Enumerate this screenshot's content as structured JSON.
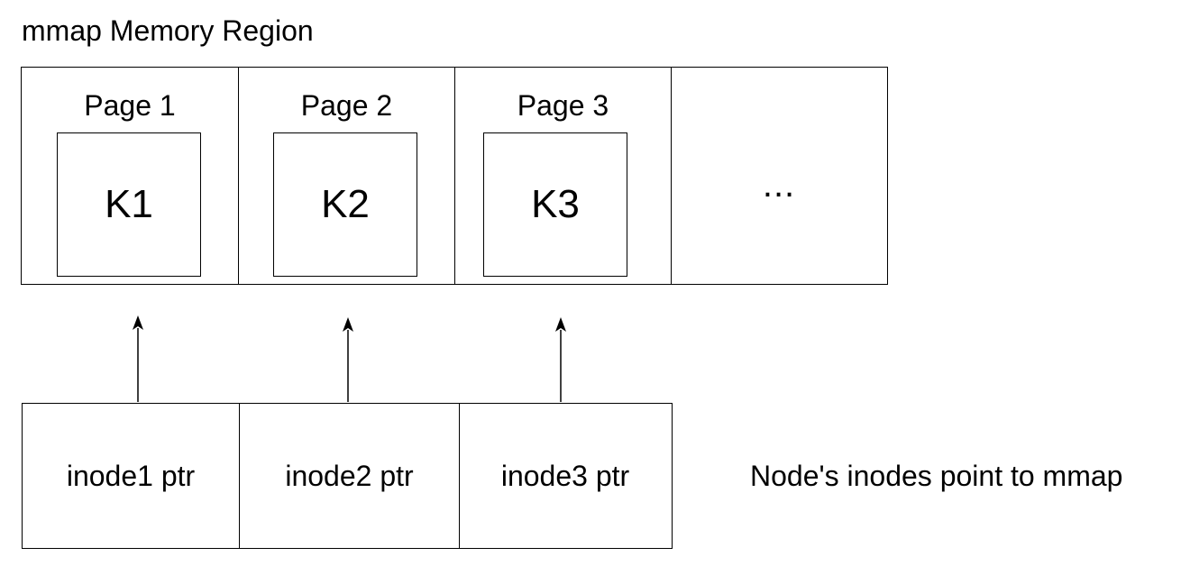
{
  "region": {
    "title": "mmap Memory Region",
    "pages": [
      {
        "label": "Page 1",
        "key": "K1"
      },
      {
        "label": "Page 2",
        "key": "K2"
      },
      {
        "label": "Page 3",
        "key": "K3"
      }
    ],
    "more": "..."
  },
  "inodes": [
    {
      "label": "inode1 ptr"
    },
    {
      "label": "inode2 ptr"
    },
    {
      "label": "inode3 ptr"
    }
  ],
  "caption": "Node's inodes point to mmap"
}
